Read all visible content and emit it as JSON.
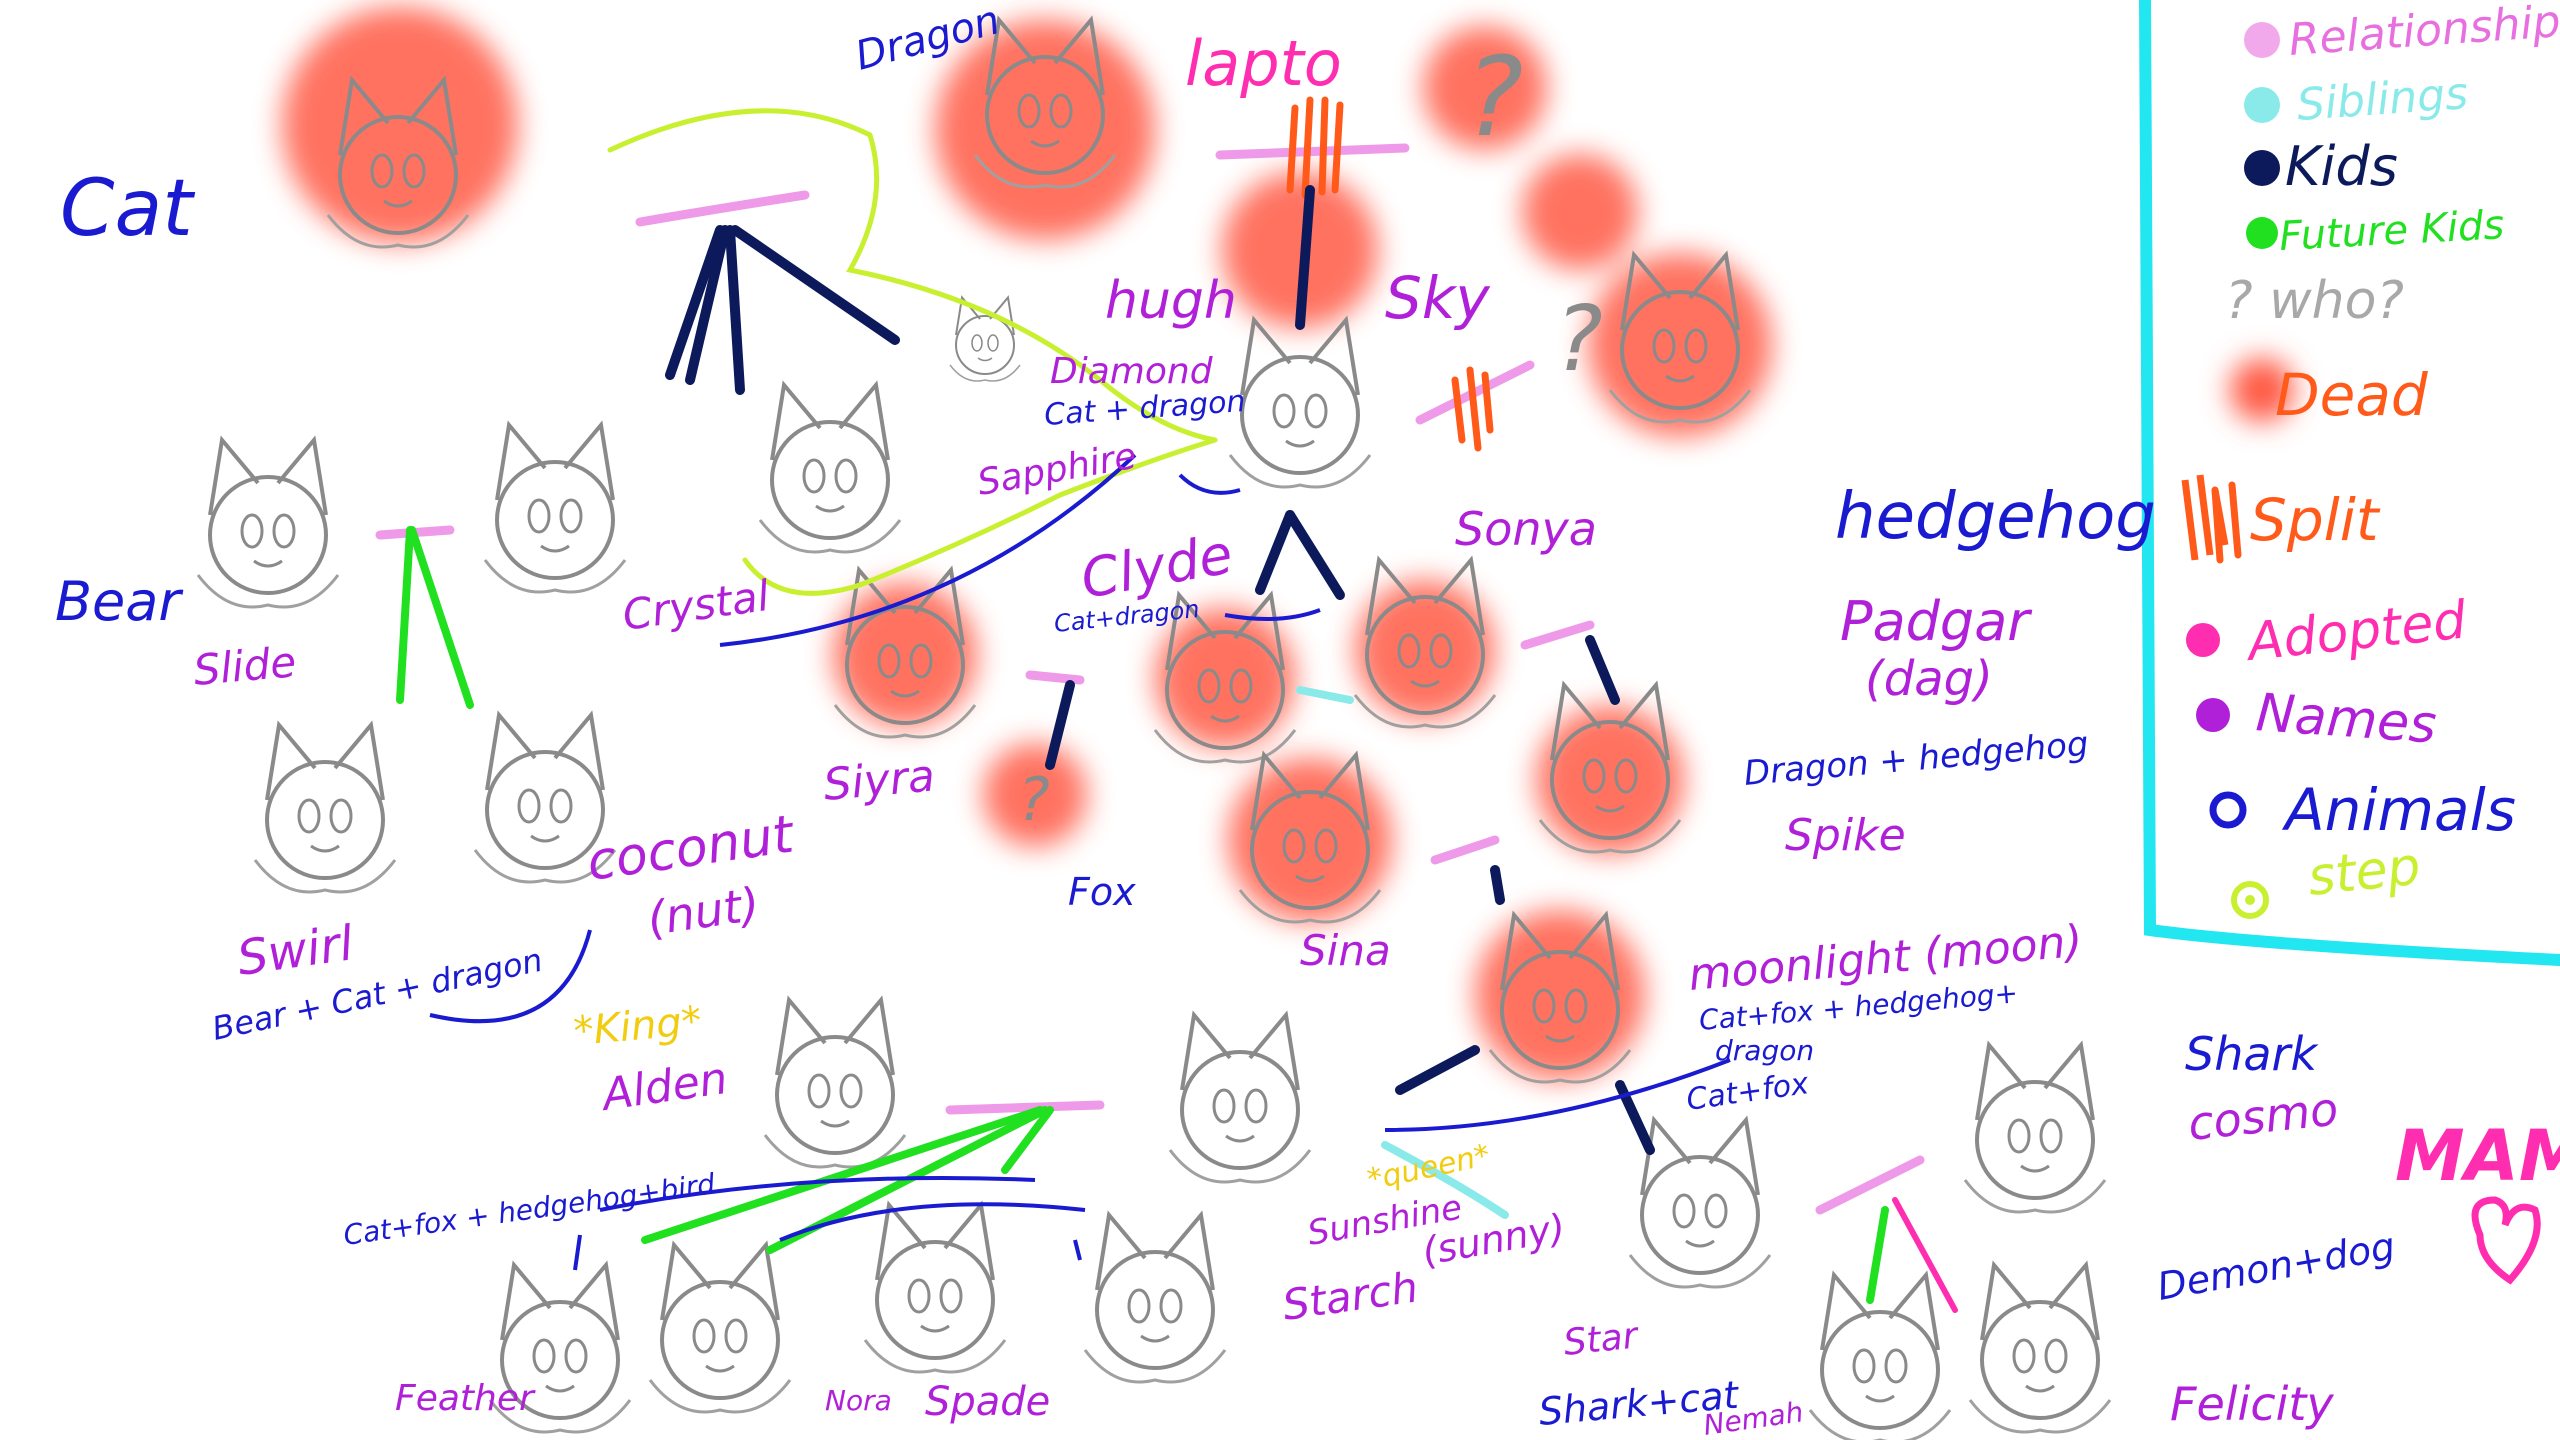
{
  "species_labels": {
    "cat": "Cat",
    "dragon": "Dragon",
    "hedgehog": "hedgehog",
    "fox": "Fox",
    "shark": "Shark"
  },
  "names": {
    "lapto": "lapto",
    "hugh": "hugh",
    "sky": "Sky",
    "diamond": "Diamond",
    "sapphire": "Sapphire",
    "crystal": "Crystal",
    "bear": "Bear",
    "slide": "Slide",
    "clyde": "Clyde",
    "sonya": "Sonya",
    "padgar": "Padgar",
    "padgar_nick": "(dag)",
    "siyra": "Siyra",
    "spike": "Spike",
    "sina": "Sina",
    "swirl": "Swirl",
    "coconut": "coconut",
    "coconut_nick": "(nut)",
    "king": "*King*",
    "alden": "Alden",
    "moonlight": "moonlight (moon)",
    "queen": "*queen*",
    "sunshine": "Sunshine",
    "sunny": "(sunny)",
    "starch": "Starch",
    "star": "Star",
    "cosmo": "cosmo",
    "feather": "Feather",
    "nora": "Nora",
    "spade": "Spade",
    "nemah": "Nemah",
    "felicity": "Felicity"
  },
  "species_notes": {
    "diamond_mix": "Cat + dragon",
    "clyde_mix": "Cat+dragon",
    "spike_mix": "Dragon + hedgehog",
    "swirl_mix": "Bear + Cat + dragon",
    "moonlight_mix_1": "Cat+fox + hedgehog+",
    "moonlight_mix_2": "dragon",
    "catfox": "Cat+fox",
    "bird_mix": "Cat+fox + hedgehog+bird",
    "demon_dog": "Demon+dog",
    "shark_cat": "Shark+cat"
  },
  "unknown_marks": [
    "?",
    "?",
    "?"
  ],
  "signature": "MAM",
  "legend": {
    "items": [
      {
        "label": "Relationships",
        "color": "#e76fe0"
      },
      {
        "label": "Siblings",
        "color": "#8aeaea"
      },
      {
        "label": "Kids",
        "color": "#0c1a5c"
      },
      {
        "label": "Future Kids",
        "color": "#20e020"
      },
      {
        "label": "? who?",
        "color": "#a8a8a8"
      },
      {
        "label": "Dead",
        "color": "#ff5a44"
      },
      {
        "label": "Split",
        "color": "#ff5a1a"
      },
      {
        "label": "Adopted",
        "color": "#ff2db0"
      },
      {
        "label": "Names",
        "color": "#b020d8"
      },
      {
        "label": "Animals",
        "color": "#1a1ad0"
      },
      {
        "label": "step",
        "color": "#b8f020"
      }
    ]
  },
  "colors": {
    "frame": "#22e6f0",
    "dead": "#ff5a44",
    "names": "#b020d8",
    "animals": "#1a1ad0",
    "kids": "#0c1a5c",
    "future": "#20e020",
    "relationship": "#ef9ae8",
    "step": "#c8f030",
    "queen": "#f2cc10",
    "sketch": "#8a8a8a"
  }
}
